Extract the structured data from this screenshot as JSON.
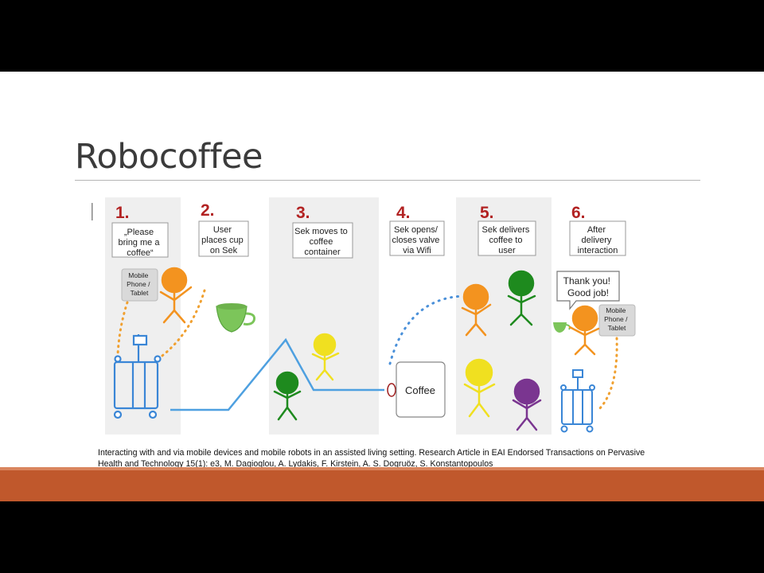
{
  "slide": {
    "title": "Robocoffee",
    "citation": "Interacting with and via mobile devices and mobile robots in an assisted living setting. Research Article in EAI Endorsed Transactions on Pervasive Health and Technology 15(1): e3, M. Dagioglou, A. Lydakis, F. Kirstein, A. S. Dogruöz, S. Konstantopoulos"
  },
  "diagram": {
    "steps": [
      {
        "number": "1.",
        "caption_lines": [
          "„Please",
          "bring me a",
          "coffee“"
        ]
      },
      {
        "number": "2.",
        "caption_lines": [
          "User",
          "places cup",
          "on Sek"
        ]
      },
      {
        "number": "3.",
        "caption_lines": [
          "Sek moves to",
          "coffee",
          "container"
        ]
      },
      {
        "number": "4.",
        "caption_lines": [
          "Sek opens/",
          "closes valve",
          "via Wifi"
        ]
      },
      {
        "number": "5.",
        "caption_lines": [
          "Sek delivers",
          "coffee to",
          "user"
        ]
      },
      {
        "number": "6.",
        "caption_lines": [
          "After",
          "delivery",
          "interaction"
        ]
      }
    ],
    "device_label_lines": [
      "Mobile",
      "Phone /",
      "Tablet"
    ],
    "coffee_label": "Coffee",
    "speech_lines": [
      "Thank you!",
      "Good job!"
    ],
    "colors": {
      "step_number": "#b22222",
      "path": "#4ea0e0",
      "dots": "#4a90d9",
      "orange_dots": "#f0a030",
      "robot": "#3a86d6",
      "orange_person": "#f3931f",
      "green_person": "#1e8a1e",
      "yellow_person": "#f0e020",
      "purple_person": "#7a3590",
      "cup": "#7cc55a",
      "column_shade": "#efefef",
      "footer": "#c0582c"
    }
  }
}
